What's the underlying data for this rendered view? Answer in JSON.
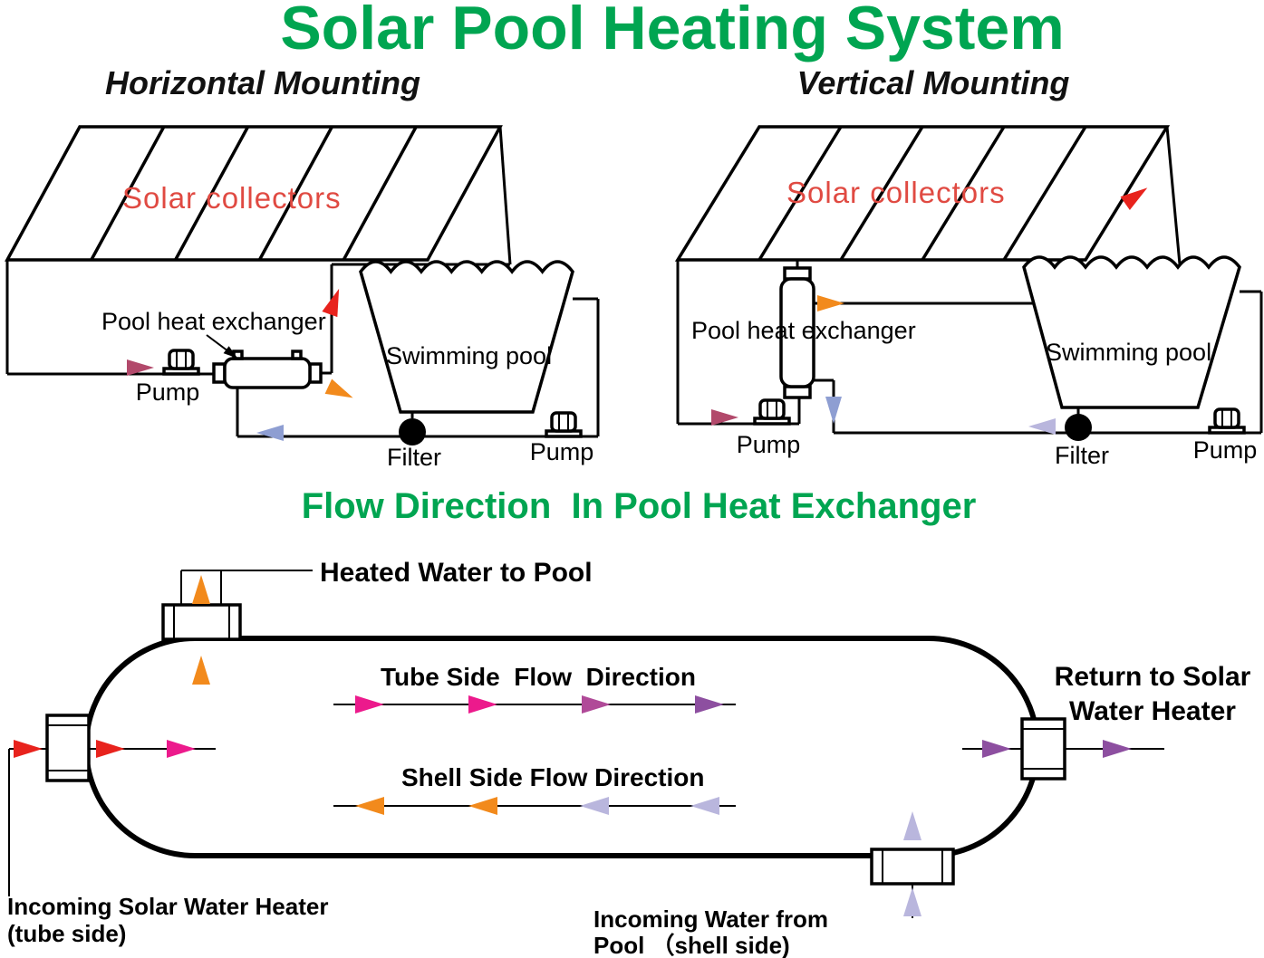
{
  "title": "Solar Pool Heating System",
  "colors": {
    "heading_green": "#00a551",
    "collectors_red": "#e04a42",
    "arrow_red": "#e8231d",
    "arrow_rose": "#b2496b",
    "arrow_orange": "#f28a1c",
    "arrow_magenta": "#ec1a8c",
    "arrow_mauve": "#b04a98",
    "arrow_purple": "#8d4fa0",
    "arrow_lavender": "#b9b6dd",
    "arrow_periwinkle": "#8e9ed2",
    "line_black": "#000000"
  },
  "horizontal_diagram": {
    "heading": "Horizontal Mounting",
    "collectors_label": "Solar collectors",
    "exchanger_label": "Pool heat exchanger",
    "pump_label": "Pump",
    "pool_label": "Swimming pool",
    "filter_label": "Filter",
    "pool_pump_label": "Pump"
  },
  "vertical_diagram": {
    "heading": "Vertical Mounting",
    "collectors_label": "Solar collectors",
    "exchanger_label": "Pool heat exchanger",
    "pump_label": "Pump",
    "pool_label": "Swimming pool",
    "filter_label": "Filter",
    "pool_pump_label": "Pump"
  },
  "flow_section": {
    "heading": "Flow Direction  In Pool Heat Exchanger",
    "heated_water_label": "Heated Water to Pool",
    "tube_side_label": "Tube Side  Flow  Direction",
    "shell_side_label": "Shell Side Flow Direction",
    "return_line1": "Return to Solar",
    "return_line2": "Water Heater",
    "incoming_solar_line1": "Incoming Solar Water Heater",
    "incoming_solar_line2": "(tube side)",
    "incoming_pool_line1": "Incoming Water from",
    "incoming_pool_line2": "Pool （shell side)"
  }
}
